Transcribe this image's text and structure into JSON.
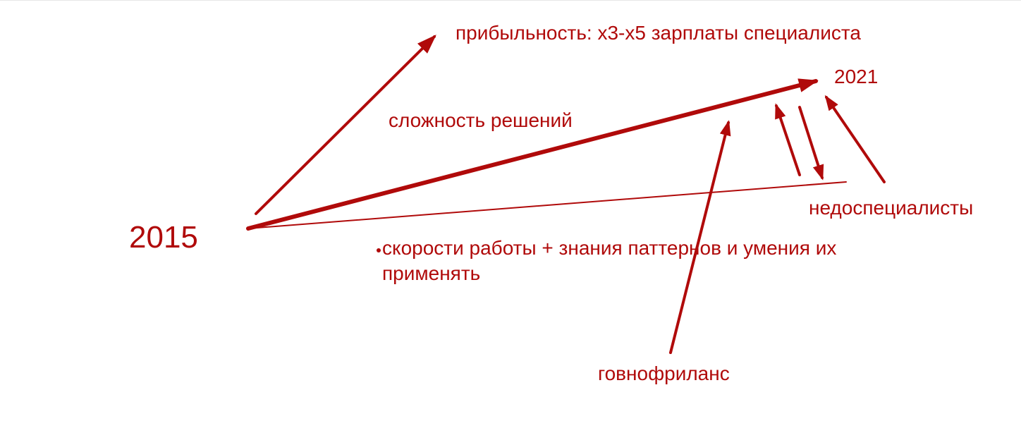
{
  "colors": {
    "ink": "#b00a0a",
    "background": "#ffffff"
  },
  "labels": {
    "start_year": "2015",
    "end_year": "2021",
    "profitability": "прибыльность: x3-x5 зарплаты специалиста",
    "complexity": "сложность решений",
    "speed": "скорости работы + знания паттернов и умения их применять",
    "underspecialists": "недоспециалисты",
    "freelance": "говнофриланс"
  }
}
